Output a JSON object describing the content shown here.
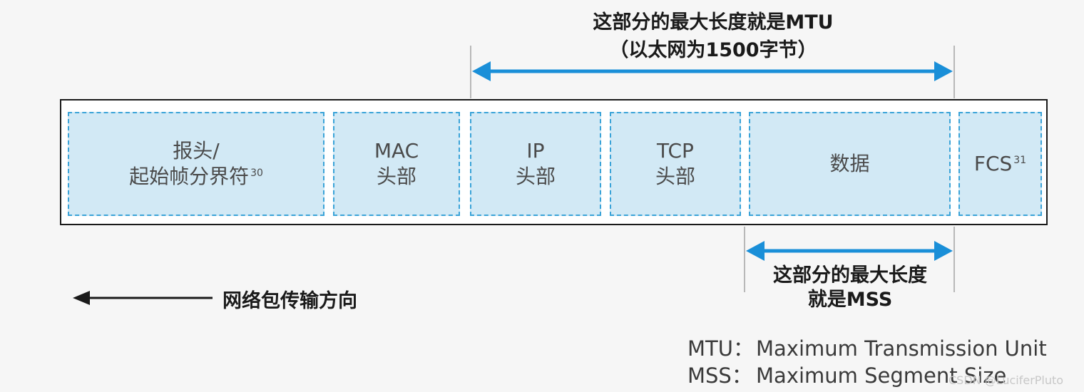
{
  "mtu": {
    "title": "这部分的最大长度就是MTU",
    "subtitle": "（以太网为1500字节）"
  },
  "mss": {
    "title": "这部分的最大长度",
    "subtitle": "就是MSS"
  },
  "segments": [
    {
      "line1": "报头/",
      "line2": "起始帧分界符",
      "note": "30"
    },
    {
      "line1": "MAC",
      "line2": "头部",
      "note": ""
    },
    {
      "line1": "IP",
      "line2": "头部",
      "note": ""
    },
    {
      "line1": "TCP",
      "line2": "头部",
      "note": ""
    },
    {
      "line1": "数据",
      "line2": "",
      "note": ""
    },
    {
      "line1": "FCS",
      "line2": "",
      "note": "31"
    }
  ],
  "direction": {
    "label": "网络包传输方向"
  },
  "legend": [
    {
      "abbr": "MTU",
      "sep": "：",
      "text": "Maximum Transmission Unit"
    },
    {
      "abbr": "MSS",
      "sep": "：",
      "text": "Maximum Segment Size"
    }
  ],
  "watermark": "CSDN @LuciferPluto",
  "colors": {
    "arrow": "#1a8fd8",
    "segment_fill": "#d2e9f5",
    "segment_border": "#3aa3d8",
    "frame": "#1a1a1a"
  }
}
